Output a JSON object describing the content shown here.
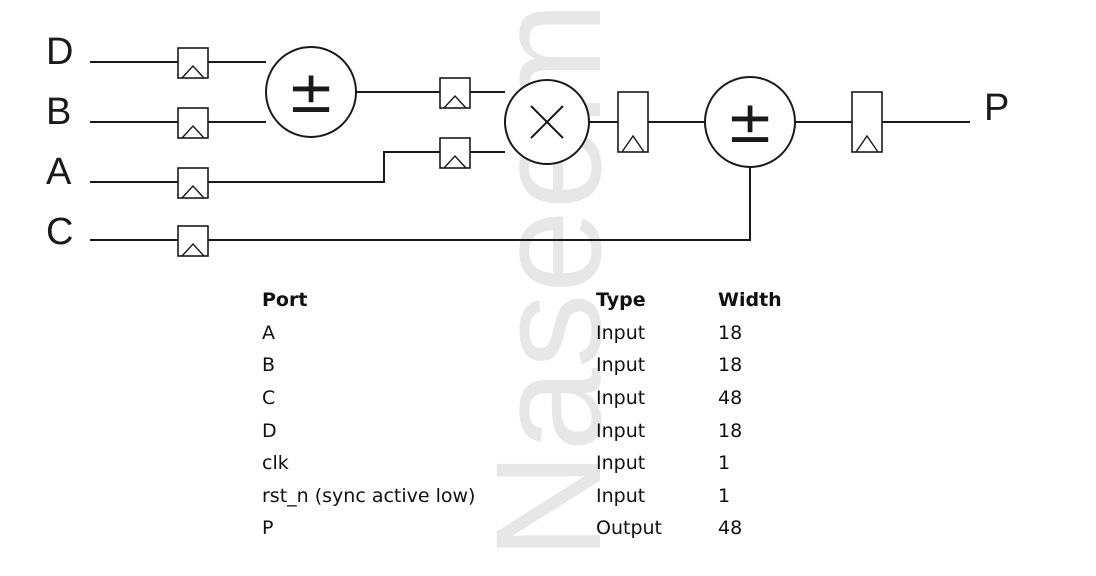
{
  "diagram": {
    "inputs": [
      "D",
      "B",
      "A",
      "C"
    ],
    "output": "P",
    "operators": {
      "pre_adder": "±",
      "multiplier": "×",
      "post_adder": "±"
    },
    "watermark": "Naseem"
  },
  "port_table": {
    "headers": [
      "Port",
      "Type",
      "Width"
    ],
    "rows": [
      [
        "A",
        "Input",
        "18"
      ],
      [
        "B",
        "Input",
        "18"
      ],
      [
        "C",
        "Input",
        "48"
      ],
      [
        "D",
        "Input",
        "18"
      ],
      [
        "clk",
        "Input",
        "1"
      ],
      [
        "rst_n (sync active low)",
        "Input",
        "1"
      ],
      [
        "P",
        "Output",
        "48"
      ]
    ]
  }
}
